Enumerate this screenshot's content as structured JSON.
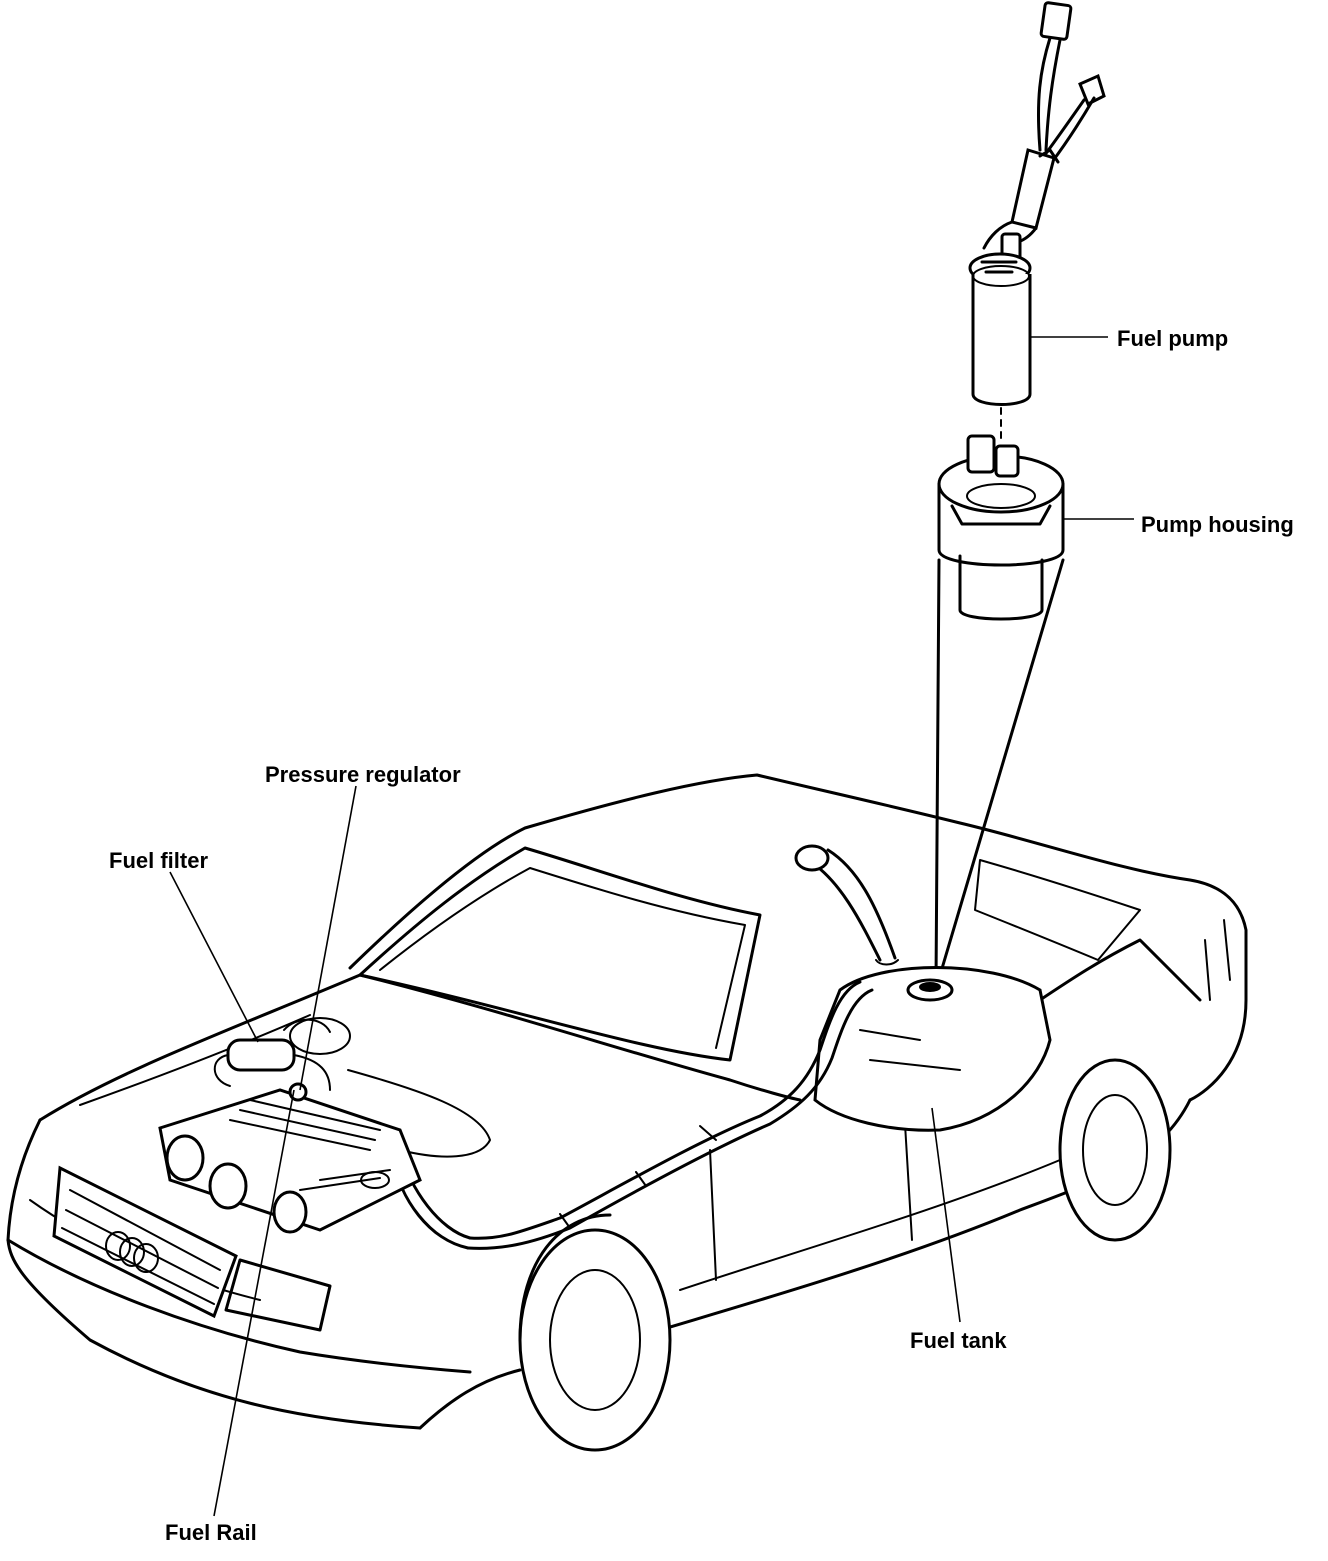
{
  "labels": {
    "fuel_pump": "Fuel pump",
    "pump_housing": "Pump housing",
    "pressure_regulator": "Pressure regulator",
    "fuel_filter": "Fuel filter",
    "fuel_tank": "Fuel tank",
    "fuel_rail": "Fuel Rail"
  },
  "colors": {
    "line": "#000000",
    "background": "#ffffff"
  }
}
